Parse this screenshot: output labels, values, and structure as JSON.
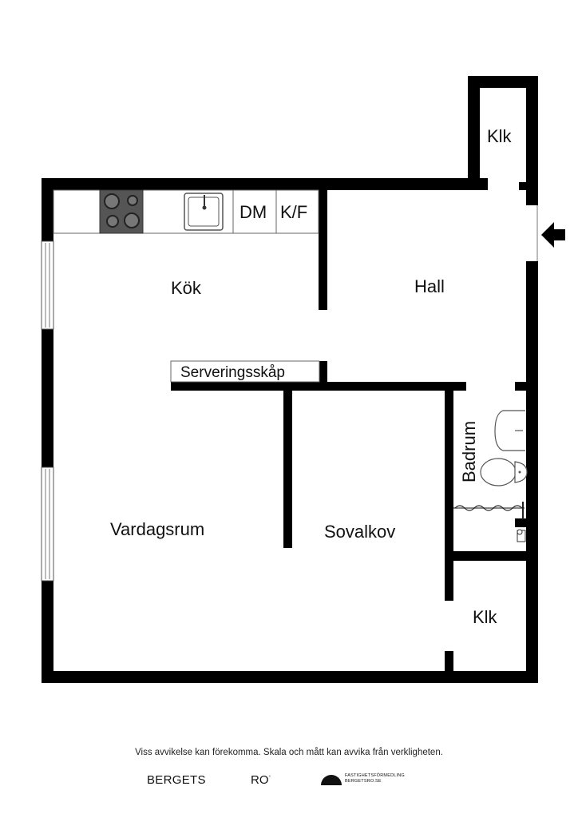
{
  "floorplan": {
    "rooms": {
      "kok": "Kök",
      "hall": "Hall",
      "vardagsrum": "Vardagsrum",
      "sovalkov": "Sovalkov",
      "badrum": "Badrum",
      "klk_top": "Klk",
      "klk_bottom": "Klk"
    },
    "fixtures": {
      "dishwasher": "DM",
      "fridge_freezer": "K/F",
      "serving_cabinet": "Serveringsskåp"
    },
    "entrance_icon": "arrow-left-icon"
  },
  "footer": {
    "disclaimer": "Viss avvikelse kan förekomma. Skala och mått kan avvika från verkligheten.",
    "brand_left": "BERGETS",
    "brand_right": "RO",
    "brand_mark": "°",
    "agency_line1": "FASTIGHETSFÖRMEDLING",
    "agency_line2": "BERGETSRO.SE"
  },
  "colors": {
    "wall": "#000000",
    "fixture_line": "#555555",
    "stove": "#555555",
    "background": "#ffffff"
  }
}
